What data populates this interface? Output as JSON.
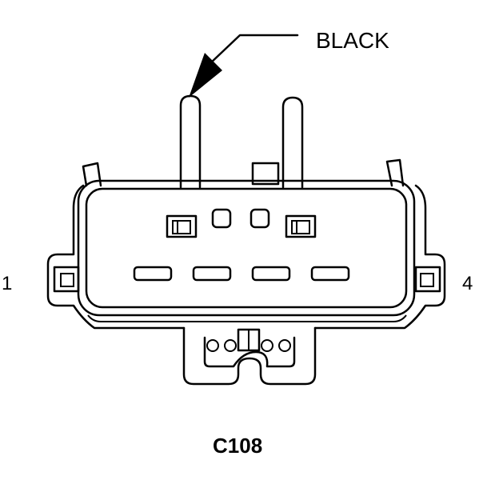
{
  "diagram": {
    "wire_color_label": "BLACK",
    "pin_left_label": "1",
    "pin_right_label": "4",
    "connector_id": "C108",
    "line_color": "#000000",
    "background_color": "#ffffff"
  }
}
